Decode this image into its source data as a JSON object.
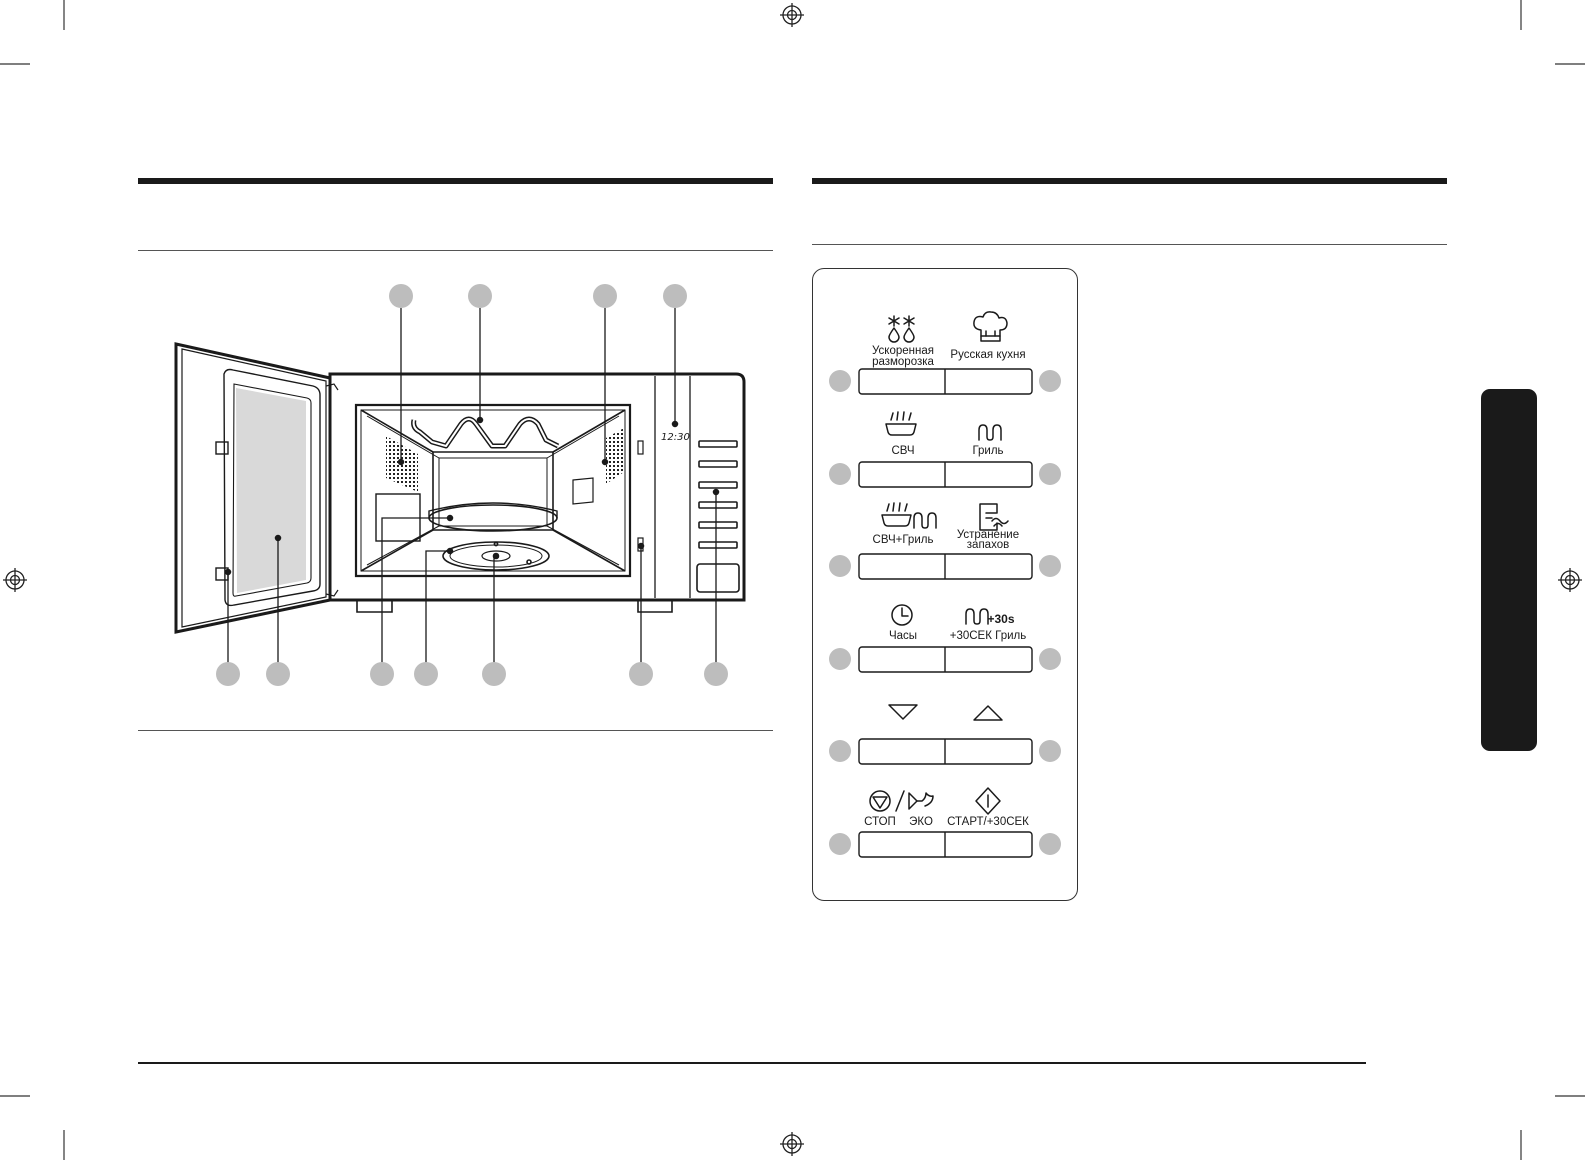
{
  "display": {
    "time": "12:30"
  },
  "control_panel": {
    "rows": [
      {
        "left": {
          "icon": "defrost-icon",
          "label_lines": [
            "Ускоренная",
            "разморозка"
          ]
        },
        "right": {
          "icon": "chef-hat-icon",
          "label_lines": [
            "Русская кухня"
          ]
        }
      },
      {
        "left": {
          "icon": "microwave-icon",
          "label_lines": [
            "СВЧ"
          ]
        },
        "right": {
          "icon": "grill-icon",
          "label_lines": [
            "Гриль"
          ]
        }
      },
      {
        "left": {
          "icon": "microwave-grill-icon",
          "label_lines": [
            "СВЧ+Гриль"
          ]
        },
        "right": {
          "icon": "deodorize-icon",
          "label_lines": [
            "Устранение",
            "запахов"
          ]
        }
      },
      {
        "left": {
          "icon": "clock-icon",
          "label_lines": [
            "Часы"
          ]
        },
        "right": {
          "icon": "grill-30s-icon",
          "icon_text": "+30s",
          "label_lines": [
            "+30СЕК Гриль"
          ]
        }
      },
      {
        "left": {
          "icon": "arrow-down-icon",
          "label_lines": []
        },
        "right": {
          "icon": "arrow-up-icon",
          "label_lines": []
        }
      },
      {
        "left": {
          "icon": "stop-eco-icon",
          "label_lines": [
            "СТОП",
            "ЭКО"
          ]
        },
        "right": {
          "icon": "start-icon",
          "label_lines": [
            "СТАРТ/+30СЕК"
          ]
        }
      }
    ]
  }
}
